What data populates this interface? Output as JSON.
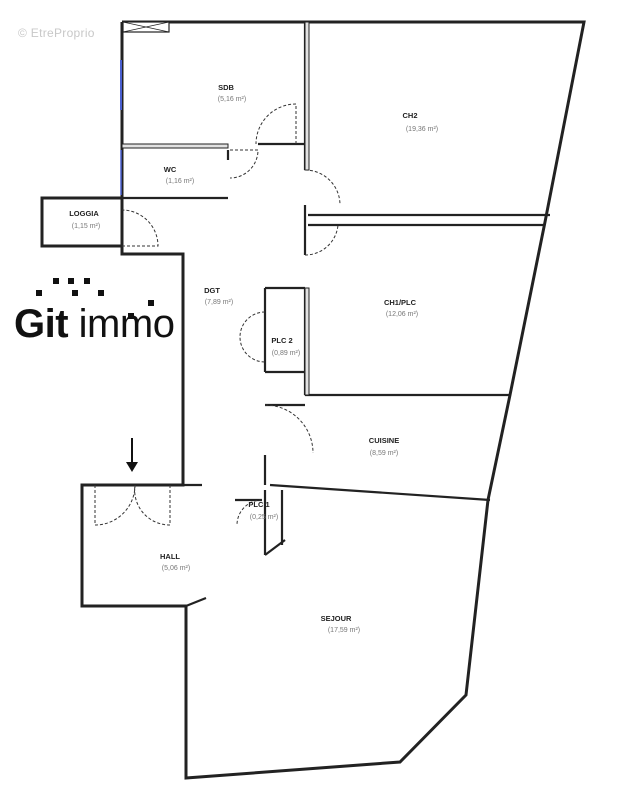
{
  "watermark": "© EtreProprio",
  "logo": {
    "text_bold": "Git",
    "text_light": " immo"
  },
  "rooms": [
    {
      "id": "sdb",
      "name": "SDB",
      "area": "(5,16 m²)"
    },
    {
      "id": "ch2",
      "name": "CH2",
      "area": "(19,36 m²)"
    },
    {
      "id": "wc",
      "name": "WC",
      "area": "(1,16 m²)"
    },
    {
      "id": "loggia",
      "name": "LOGGIA",
      "area": "(1,15 m²)"
    },
    {
      "id": "dgt",
      "name": "DGT",
      "area": "(7,89 m²)"
    },
    {
      "id": "ch1plc",
      "name": "CH1/PLC",
      "area": "(12,06 m²)"
    },
    {
      "id": "plc2",
      "name": "PLC 2",
      "area": "(0,89 m²)"
    },
    {
      "id": "cuisine",
      "name": "CUISINE",
      "area": "(8,59 m²)"
    },
    {
      "id": "plc1",
      "name": "PLC 1",
      "area": "(0,25 m²)"
    },
    {
      "id": "hall",
      "name": "HALL",
      "area": "(5,06 m²)"
    },
    {
      "id": "sejour",
      "name": "SEJOUR",
      "area": "(17,59 m²)"
    }
  ],
  "colors": {
    "wall": "#222222",
    "wall_fill": "#e2e2e2",
    "door": "#333333",
    "window": "#4a5fd0"
  },
  "icons": {
    "entrance": "down-arrow-icon",
    "logo_dots": "dots-icon"
  }
}
